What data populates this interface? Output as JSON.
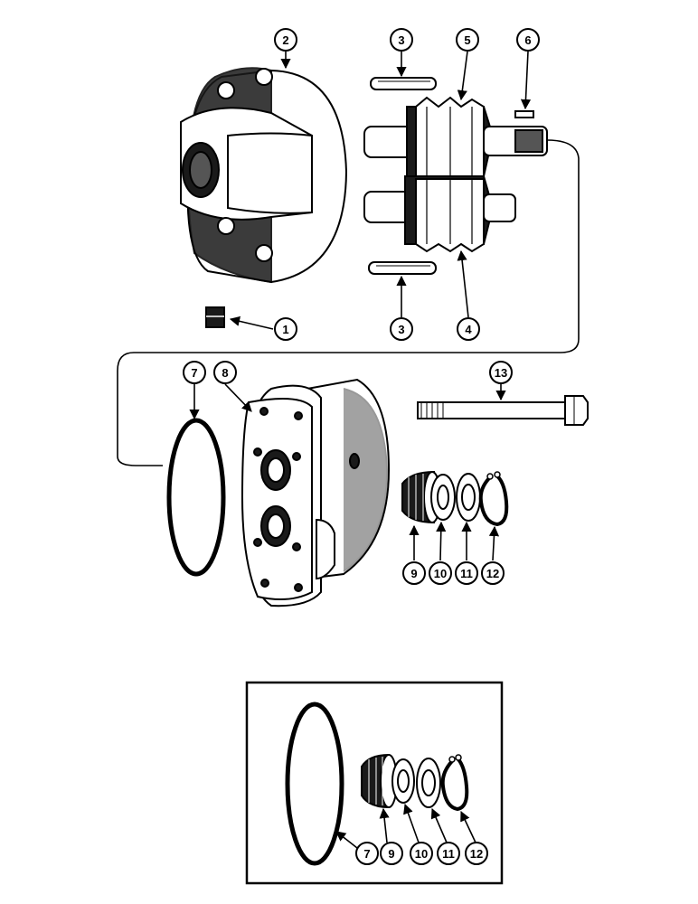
{
  "diagram": {
    "callouts_main": [
      "1",
      "2",
      "3",
      "3",
      "4",
      "5",
      "6",
      "7",
      "8",
      "9",
      "10",
      "11",
      "12",
      "13"
    ],
    "callouts_inset": [
      "7",
      "9",
      "10",
      "11",
      "12"
    ]
  }
}
